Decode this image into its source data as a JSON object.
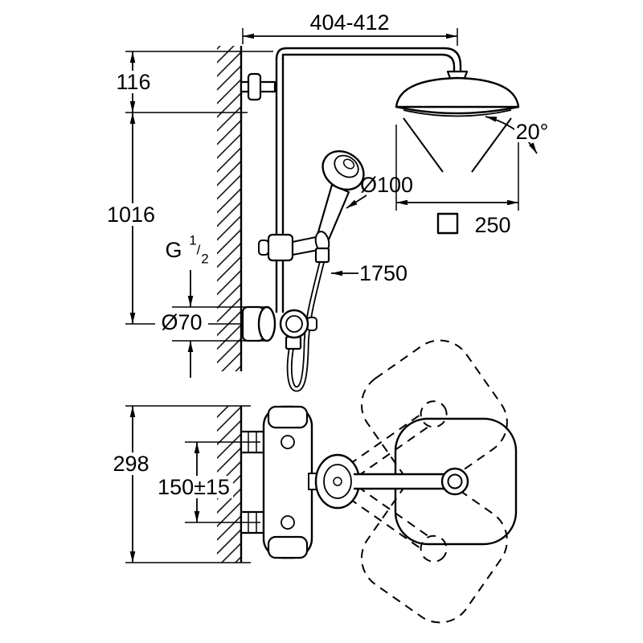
{
  "page": {
    "background": "#ffffff",
    "ink": "#000000",
    "kind": "technical dimension drawing of a thermostatic shower system (front view and plan view)"
  },
  "views": {
    "front_view": {
      "dimensions": {
        "arm_reach_mm": "404-412",
        "head_offset_mm": "116",
        "rail_height_mm": "1016",
        "hand_shower_diameter": "Ø100",
        "head_tilt_angle": "20°",
        "head_shower_size": "250",
        "head_shower_size_symbol": "□",
        "hose_length_mm": "1750",
        "escutcheon_diameter": "Ø70",
        "connection_thread": {
          "letter": "G",
          "numerator": "1",
          "slash": "/",
          "denominator": "2"
        }
      }
    },
    "plan_view": {
      "dimensions": {
        "body_length_mm": "298",
        "inlet_distance_mm": "150±15"
      }
    }
  }
}
